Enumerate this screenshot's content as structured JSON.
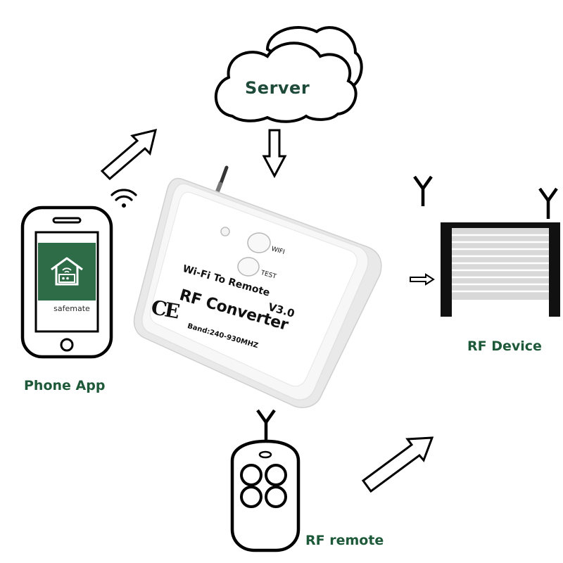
{
  "nodes": {
    "server": "Server",
    "phone_app": "Phone App",
    "app_name": "safemate",
    "rf_device": "RF Device",
    "rf_remote": "RF remote"
  },
  "converter": {
    "subtitle": "Wi-Fi To Remote",
    "version": "V3.0",
    "title": "RF Converter",
    "band": "Band:240-930MHZ",
    "wifi_button": "WIFI",
    "test_button": "TEST",
    "mark": "CE"
  },
  "colors": {
    "label_green": "#1e5a3a",
    "app_green": "#2e6b47",
    "outline": "#000000"
  }
}
